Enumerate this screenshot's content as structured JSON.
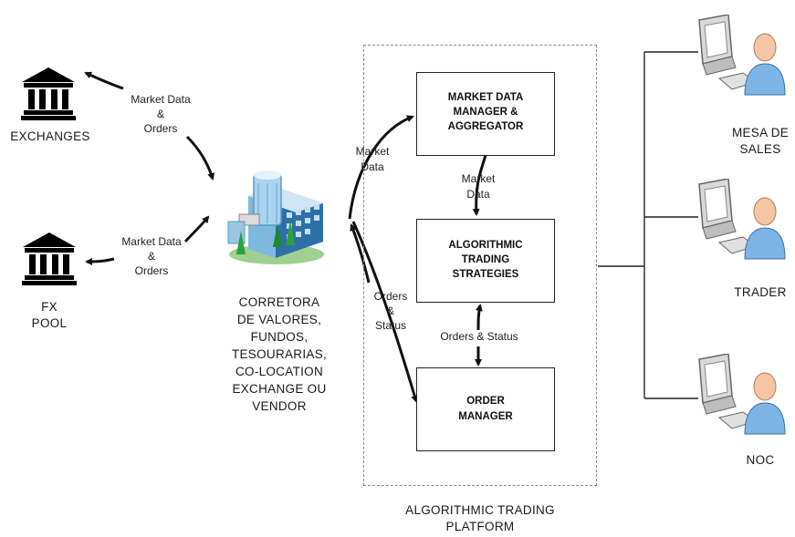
{
  "sources": {
    "exchanges": "EXCHANGES",
    "fx_pool_line1": "FX",
    "fx_pool_line2": "POOL"
  },
  "edges": {
    "top_left": [
      "Market Data",
      "&",
      "Orders"
    ],
    "bottom_left": [
      "Market Data",
      "&",
      "Orders"
    ],
    "market_data_right": [
      "Market",
      "Data"
    ],
    "orders_status_left": [
      "Orders",
      "&",
      "Status"
    ],
    "market_data_mid": [
      "Market",
      "Data"
    ],
    "orders_status_mid": "Orders & Status"
  },
  "broker": {
    "lines": [
      "CORRETORA",
      "DE VALORES,",
      "FUNDOS,",
      "TESOURARIAS,",
      "CO-LOCATION",
      "EXCHANGE OU",
      "VENDOR"
    ]
  },
  "platform": {
    "boxes": {
      "mdm": [
        "MARKET DATA",
        "MANAGER &",
        "AGGREGATOR"
      ],
      "ats": [
        "ALGORITHMIC",
        "TRADING",
        "STRATEGIES"
      ],
      "om": [
        "ORDER",
        "MANAGER"
      ]
    },
    "caption": [
      "ALGORITHMIC TRADING",
      "PLATFORM"
    ]
  },
  "clients": {
    "mesa_line1": "MESA DE",
    "mesa_line2": "SALES",
    "trader": "TRADER",
    "noc": "NOC"
  }
}
